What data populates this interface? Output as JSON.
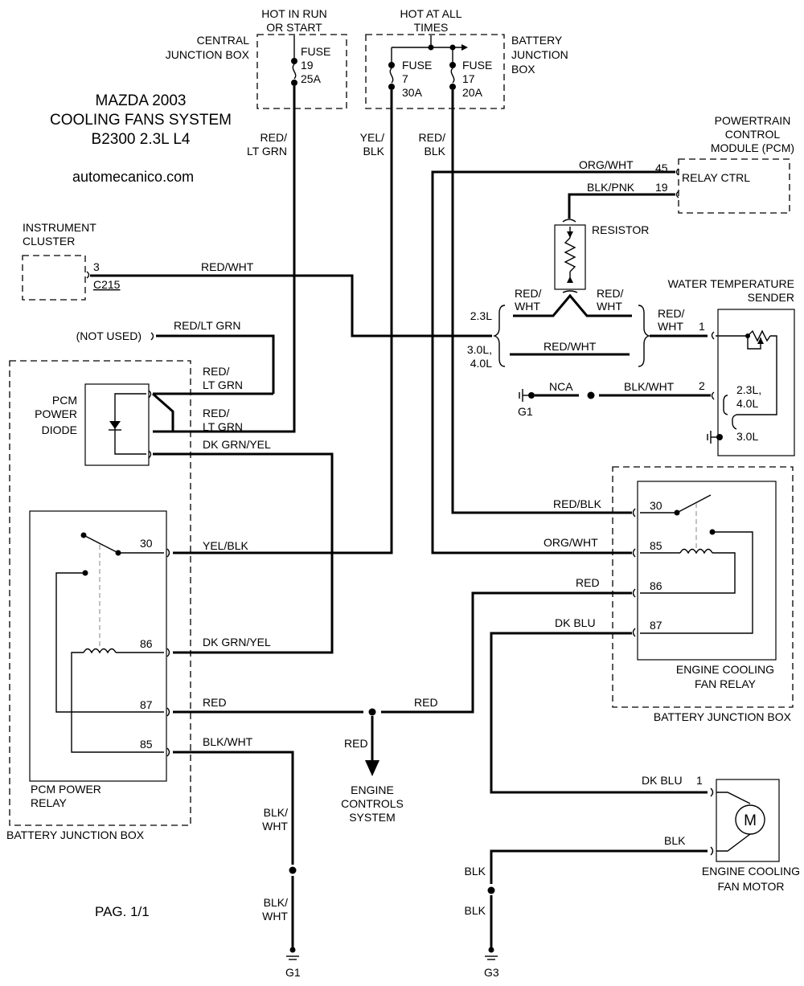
{
  "title": {
    "line1": "MAZDA 2003",
    "line2": "COOLING FANS SYSTEM",
    "line3": "B2300 2.3L L4",
    "site": "automecanico.com",
    "page": "PAG. 1/1"
  },
  "power": {
    "hot_run_1": "HOT IN RUN",
    "hot_run_2": "OR START",
    "hot_all_1": "HOT AT ALL",
    "hot_all_2": "TIMES",
    "cjb_1": "CENTRAL",
    "cjb_2": "JUNCTION BOX",
    "bjb_1": "BATTERY",
    "bjb_2": "JUNCTION",
    "bjb_3": "BOX"
  },
  "fuses": [
    {
      "l1": "FUSE",
      "l2": "19",
      "l3": "25A"
    },
    {
      "l1": "FUSE",
      "l2": "7",
      "l3": "30A"
    },
    {
      "l1": "FUSE",
      "l2": "17",
      "l3": "20A"
    }
  ],
  "pcm": {
    "l1": "POWERTRAIN",
    "l2": "CONTROL",
    "l3": "MODULE (PCM)",
    "relay_ctrl": "RELAY CTRL",
    "pin45": "45",
    "pin19": "19"
  },
  "instrument_cluster": {
    "l1": "INSTRUMENT",
    "l2": "CLUSTER",
    "pin": "3",
    "connector": "C215"
  },
  "not_used": "(NOT USED)",
  "resistor": "RESISTOR",
  "water_temp": {
    "l1": "WATER TEMPERATURE",
    "l2": "SENDER",
    "pin1": "1",
    "pin2": "2",
    "v23": "2.3L,",
    "v40": "4.0L",
    "v30": "3.0L"
  },
  "engine_variants": {
    "v23": "2.3L",
    "v30": "3.0L,",
    "v40": "4.0L"
  },
  "grounds": {
    "g1": "G1",
    "g3": "G3",
    "nca": "NCA"
  },
  "pcm_diode": {
    "l1": "PCM",
    "l2": "POWER",
    "l3": "DIODE"
  },
  "pcm_relay": {
    "l1": "PCM POWER",
    "l2": "RELAY",
    "pin30": "30",
    "pin86": "86",
    "pin87": "87",
    "pin85": "85"
  },
  "bjb_left": "BATTERY JUNCTION BOX",
  "bjb_right": "BATTERY JUNCTION BOX",
  "fan_relay": {
    "l1": "ENGINE COOLING",
    "l2": "FAN RELAY",
    "pin30": "30",
    "pin85": "85",
    "pin86": "86",
    "pin87": "87"
  },
  "fan_motor": {
    "l1": "ENGINE COOLING",
    "l2": "FAN MOTOR",
    "pin": "1",
    "symbol": "M"
  },
  "engine_controls": {
    "l1": "ENGINE",
    "l2": "CONTROLS",
    "l3": "SYSTEM"
  },
  "wires": {
    "red_ltgrn_1": "RED/",
    "red_ltgrn_2": "LT GRN",
    "yel_blk_1": "YEL/",
    "yel_blk_2": "BLK",
    "red_blk_1": "RED/",
    "red_blk_2": "BLK",
    "org_wht": "ORG/WHT",
    "blk_pnk": "BLK/PNK",
    "red_wht": "RED/WHT",
    "red_ltgrn": "RED/LT GRN",
    "red_wht_a1": "RED/",
    "red_wht_a2": "WHT",
    "blk_wht": "BLK/WHT",
    "dk_grn_yel": "DK GRN/YEL",
    "yel_blk": "YEL/BLK",
    "red_blk": "RED/BLK",
    "red": "RED",
    "dk_blu": "DK BLU",
    "blk": "BLK",
    "blk_wht_v1": "BLK/",
    "blk_wht_v2": "WHT"
  }
}
